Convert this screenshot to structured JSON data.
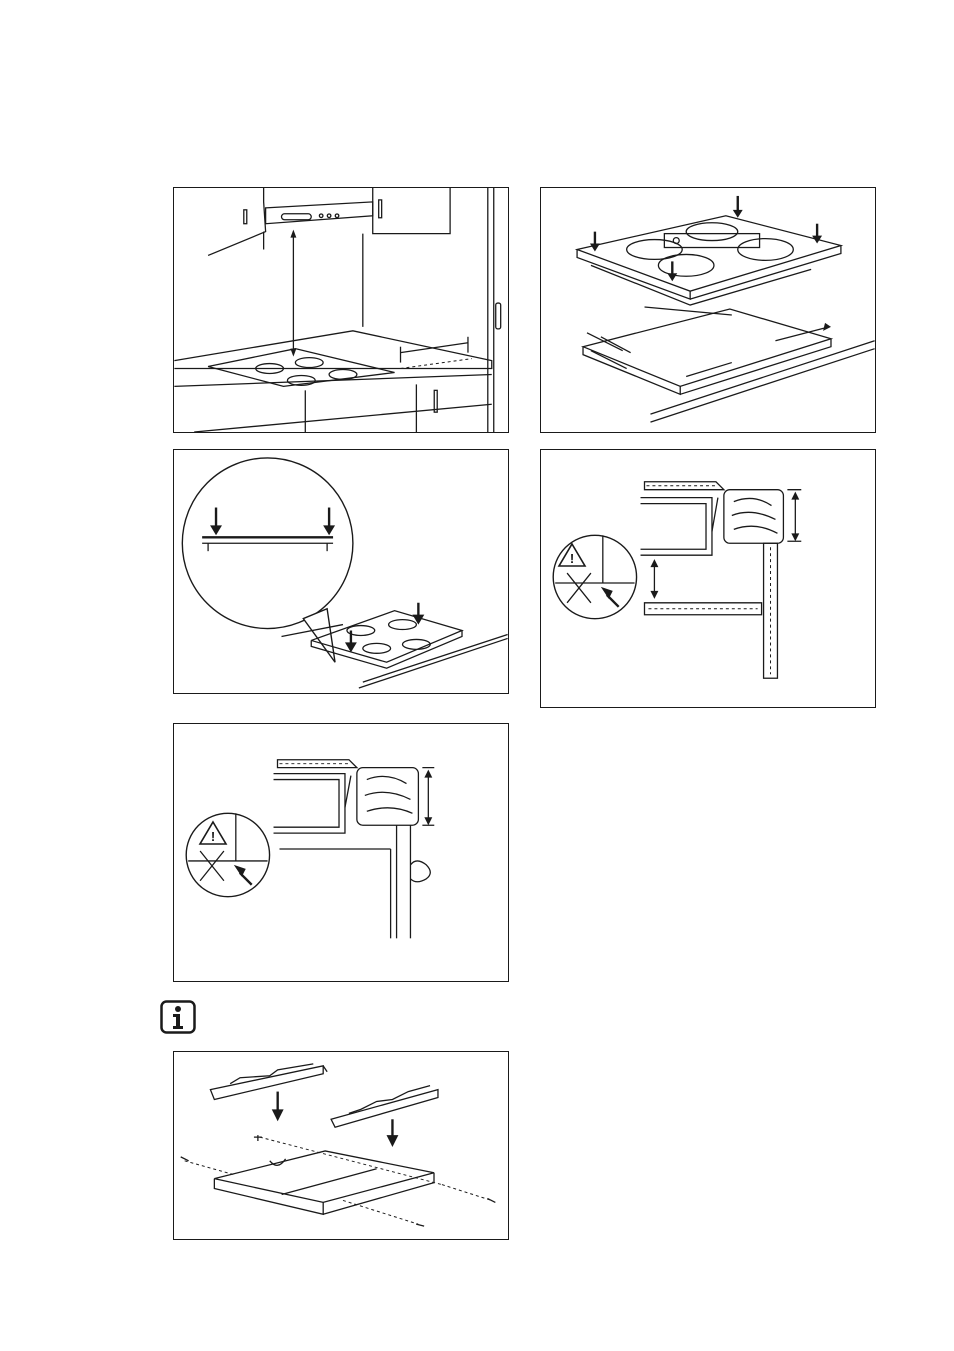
{
  "page": {
    "figures": [
      {
        "id": "hood-clearance",
        "desc_icon": "cooker-hood-clearance-drawing"
      },
      {
        "id": "hob-placement",
        "desc_icon": "hob-into-cutout-drawing"
      },
      {
        "id": "seal-press",
        "desc_icon": "seal-detail-magnifier-drawing"
      },
      {
        "id": "cutout-section-drawer",
        "desc_icon": "warning-section-drawing"
      },
      {
        "id": "cutout-section-oven",
        "desc_icon": "warning-section-oven-drawing"
      },
      {
        "id": "protection-box",
        "desc_icon": "protection-box-assembly-drawing"
      }
    ],
    "info_icon": "info-icon",
    "warning_icon": "warning-triangle-icon",
    "warning_glyph": "!"
  }
}
